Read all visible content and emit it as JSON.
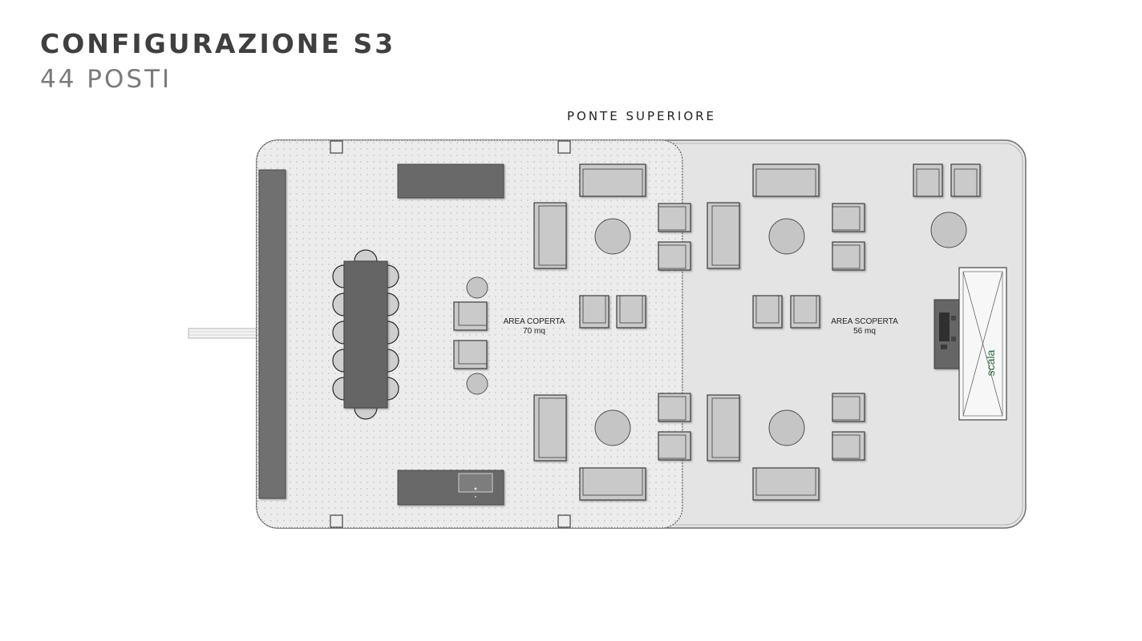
{
  "header": {
    "title": "CONFIGURAZIONE S3",
    "subtitle": "44 POSTI"
  },
  "deck": {
    "label": "PONTE SUPERIORE"
  },
  "areas": {
    "covered": {
      "name": "AREA COPERTA",
      "size": "70 mq"
    },
    "open": {
      "name": "AREA SCOPERTA",
      "size": "56 mq"
    }
  },
  "stairs": {
    "label": "scala",
    "color": "#2e6b3f"
  },
  "colors": {
    "covered_floor": "#ececec",
    "open_floor": "#e4e4e4",
    "furniture_dark": "#6b6b6b",
    "furniture_light": "#c9c9c9"
  }
}
